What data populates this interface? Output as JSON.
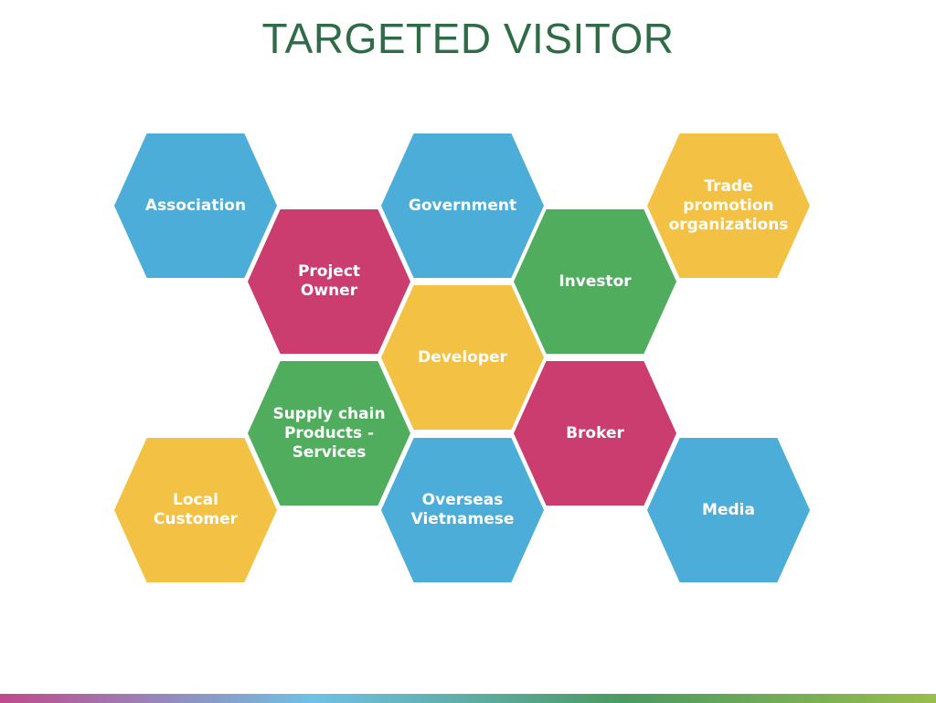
{
  "title": "TARGETED VISITOR",
  "colors": {
    "title": "#2f6b47",
    "blue": "#4dadd9",
    "pink": "#cb3d6e",
    "yellow": "#f3c244",
    "green": "#50ad5d"
  },
  "bottom_bar_colors": [
    "#c04a8c",
    "#6fc1e6",
    "#4a9a62",
    "#9bbd4a"
  ],
  "hexagons": {
    "association": {
      "label": "Association",
      "color": "blue"
    },
    "government": {
      "label": "Government",
      "color": "blue"
    },
    "trade_promotion": {
      "label": "Trade\npromotion\norganizations",
      "color": "yellow"
    },
    "project_owner": {
      "label": "Project Owner",
      "color": "pink"
    },
    "investor": {
      "label": "Investor",
      "color": "green"
    },
    "developer": {
      "label": "Developer",
      "color": "yellow"
    },
    "supply_chain": {
      "label": "Supply chain\nProducts -\nServices",
      "color": "green"
    },
    "broker": {
      "label": "Broker",
      "color": "pink"
    },
    "local_customer": {
      "label": "Local\nCustomer",
      "color": "yellow"
    },
    "overseas_vietnamese": {
      "label": "Overseas\nVietnamese",
      "color": "blue"
    },
    "media": {
      "label": "Media",
      "color": "blue"
    }
  }
}
